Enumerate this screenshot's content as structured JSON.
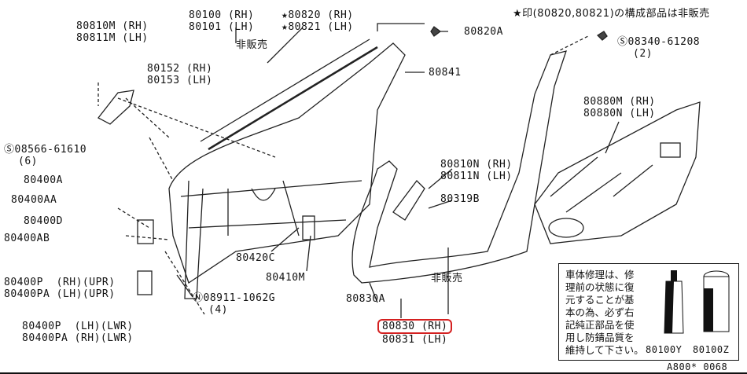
{
  "header_note": "★印(80820,80821)の構成部品は非販売",
  "labels": {
    "mirror": [
      "80810M (RH)",
      "80811M (LH)"
    ],
    "door_shell": [
      "80100 (RH)",
      "80101 (LH)"
    ],
    "star_part": [
      "★80820 (RH)",
      "★80821 (LH)"
    ],
    "clip_top": "80820A",
    "not_sold_top": "非販売",
    "panel": [
      "80152 (RH)",
      "80153 (LH)"
    ],
    "clip_841": "80841",
    "screw_s": [
      "Ⓢ08566-61610",
      "(6)"
    ],
    "screw_s2": [
      "Ⓢ08340-61208",
      "(2)"
    ],
    "trim": [
      "80880M (RH)",
      "80880N (LH)"
    ],
    "p80400A": "80400A",
    "p80400AA": "80400AA",
    "p80400D": "80400D",
    "p80400AB": "80400AB",
    "weatherstrip_inner": [
      "80810N (RH)",
      "80811N (LH)"
    ],
    "p80319B": "80319B",
    "p80420C": "80420C",
    "p80410M": "80410M",
    "hinge_upper": [
      "80400P  (RH)(UPR)",
      "80400PA (LH)(UPR)"
    ],
    "nut_n": [
      "Ⓝ08911-1062G",
      "(4)"
    ],
    "p80830A": "80830A",
    "not_sold_bottom": "非販売",
    "seal_highlight": "80830 (RH)",
    "seal_lh": "80831 (LH)",
    "hinge_lower": [
      "80400P  (LH)(LWR)",
      "80400PA (RH)(LWR)"
    ]
  },
  "note_box": {
    "text": "車体修理は、修\n理前の状態に復\n元することが基\n本の為、必ず右\n記純正部品を使\n用し防錆品質を\n維持して下さい。",
    "part_a": "80100Y",
    "part_b": "80100Z"
  },
  "diagram_code": "A800* 0068",
  "highlight_color": "#d42020"
}
